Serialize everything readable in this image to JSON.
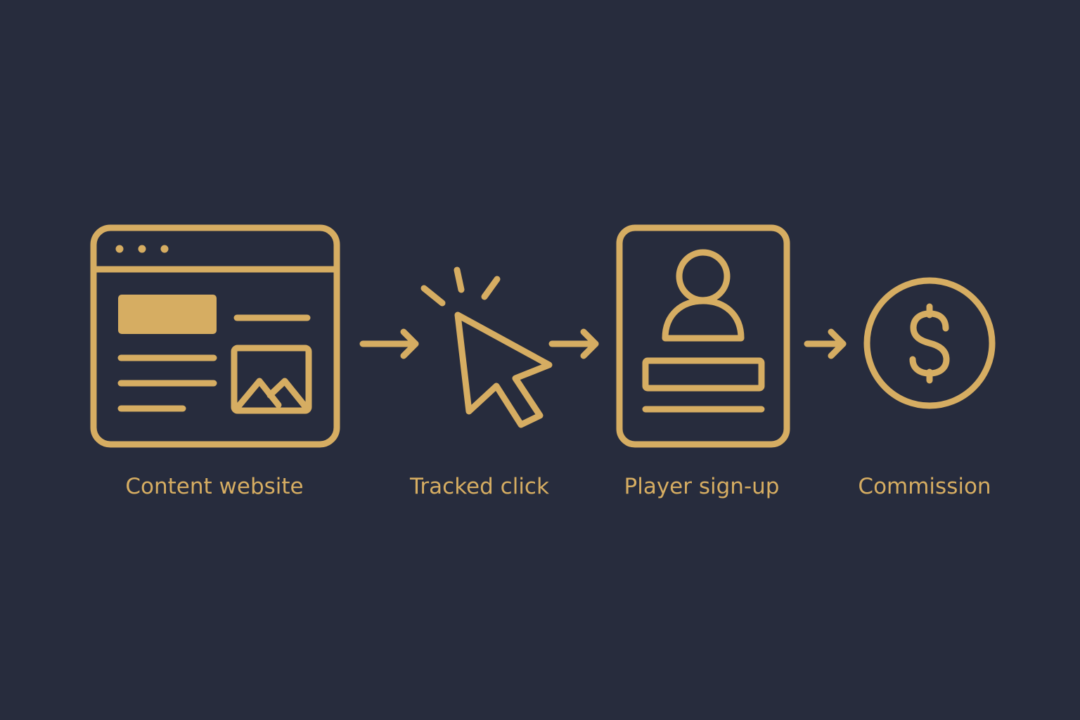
{
  "colors": {
    "background": "#272c3d",
    "accent": "#d6ad62"
  },
  "steps": [
    {
      "label": "Content website",
      "icon": "browser-window-icon"
    },
    {
      "label": "Tracked click",
      "icon": "cursor-click-icon"
    },
    {
      "label": "Player sign-up",
      "icon": "user-profile-card-icon"
    },
    {
      "label": "Commission",
      "icon": "dollar-coin-icon"
    }
  ],
  "connectors": [
    {
      "icon": "arrow-right-icon"
    },
    {
      "icon": "arrow-right-icon"
    },
    {
      "icon": "arrow-right-icon"
    }
  ]
}
